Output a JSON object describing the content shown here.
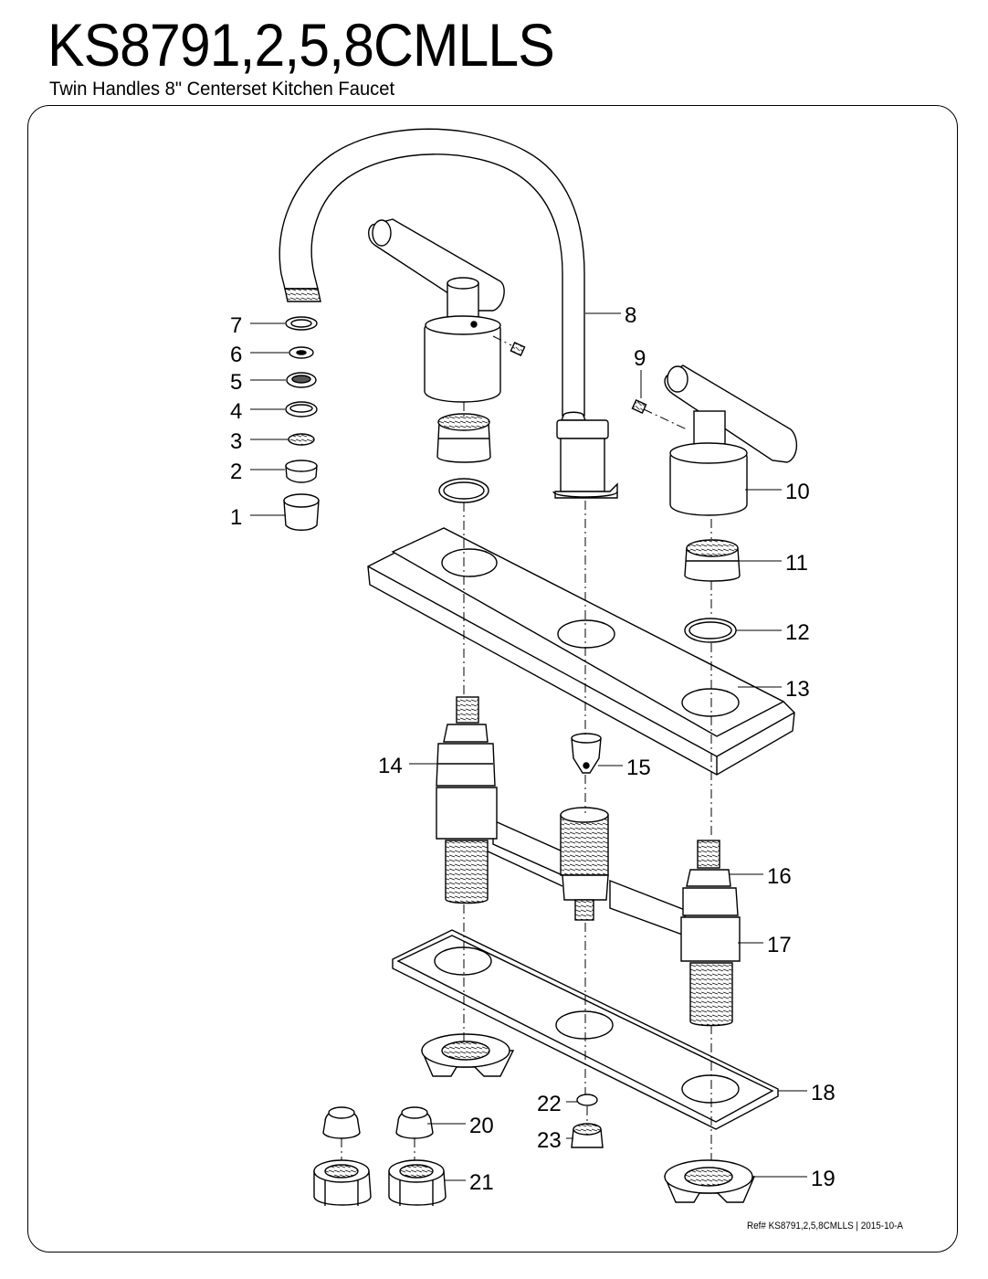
{
  "header": {
    "model": "KS8791,2,5,8CMLLS",
    "description": "Twin Handles 8\" Centerset Kitchen Faucet"
  },
  "footer": {
    "reference": "Ref# KS8791,2,5,8CMLLS | 2015-10-A"
  },
  "callouts": [
    {
      "label": "1"
    },
    {
      "label": "2"
    },
    {
      "label": "3"
    },
    {
      "label": "4"
    },
    {
      "label": "5"
    },
    {
      "label": "6"
    },
    {
      "label": "7"
    },
    {
      "label": "8"
    },
    {
      "label": "9"
    },
    {
      "label": "10"
    },
    {
      "label": "11"
    },
    {
      "label": "12"
    },
    {
      "label": "13"
    },
    {
      "label": "14"
    },
    {
      "label": "15"
    },
    {
      "label": "16"
    },
    {
      "label": "17"
    },
    {
      "label": "18"
    },
    {
      "label": "19"
    },
    {
      "label": "20"
    },
    {
      "label": "21"
    },
    {
      "label": "22"
    },
    {
      "label": "23"
    }
  ]
}
